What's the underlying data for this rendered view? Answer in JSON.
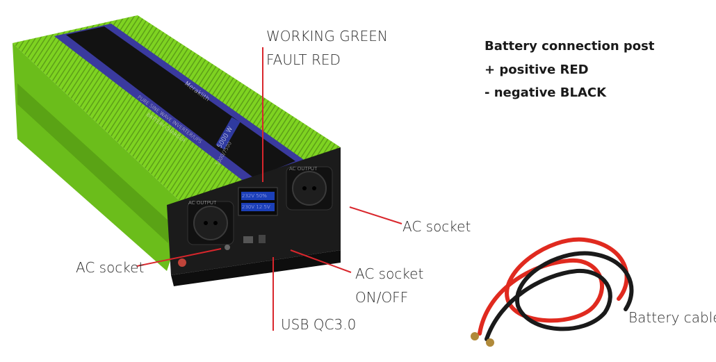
{
  "product": {
    "brand": "Meraklith",
    "title_line1": "PURE SINE WAVE INVERTER/UPS",
    "title_line2": "BATTERY CHARGER",
    "power_badge": "5000 W",
    "model": "5000/7500",
    "outlet_label_left": "AC OUTPUT",
    "outlet_label_right": "AC OUTPUT",
    "display_row1": "232V  50%",
    "display_row2": "230V  12.5V"
  },
  "callouts": {
    "led_line1": "WORKING GREEN",
    "led_line2": "FAULT RED",
    "battery_post_title": "Battery connection post",
    "battery_post_positive": "+ positive RED",
    "battery_post_negative": "- negative BLACK",
    "ac_socket_right": "AC socket",
    "ac_socket_left": "AC socket",
    "ac_socket_switch_line1": "AC socket",
    "ac_socket_switch_line2": "ON/OFF",
    "usb": "USB QC3.0",
    "battery_cable": "Battery cable"
  },
  "colors": {
    "body_green": "#7ed321",
    "stripe_purple": "#3a3a9e",
    "panel_black": "#1a1a1a",
    "callout_red": "#d9262c",
    "cable_red": "#e02a1f"
  }
}
